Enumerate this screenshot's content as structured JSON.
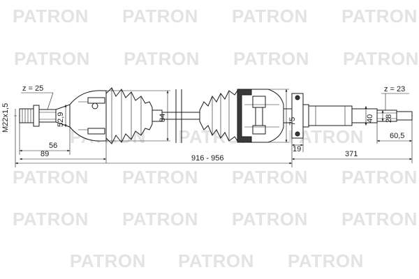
{
  "watermark": {
    "text": "PATRON",
    "color": "#e3e3e3"
  },
  "drawing": {
    "line_color": "#1a1a1a",
    "left_spline_teeth": "z = 25",
    "right_spline_teeth": "z = 23",
    "thread": "M22x1,5",
    "dimensions": {
      "left_shaft_diameter": "52,9",
      "left_boot_diameter": "84",
      "right_joint_diameter": "75",
      "bearing_width": "19",
      "right_bearing_diameter": "40",
      "right_spline_diameter": "28",
      "right_spline_length": "60,5",
      "left_length_short": "56",
      "left_length_long": "89",
      "total_length": "916 - 956",
      "right_section_length": "371"
    }
  }
}
